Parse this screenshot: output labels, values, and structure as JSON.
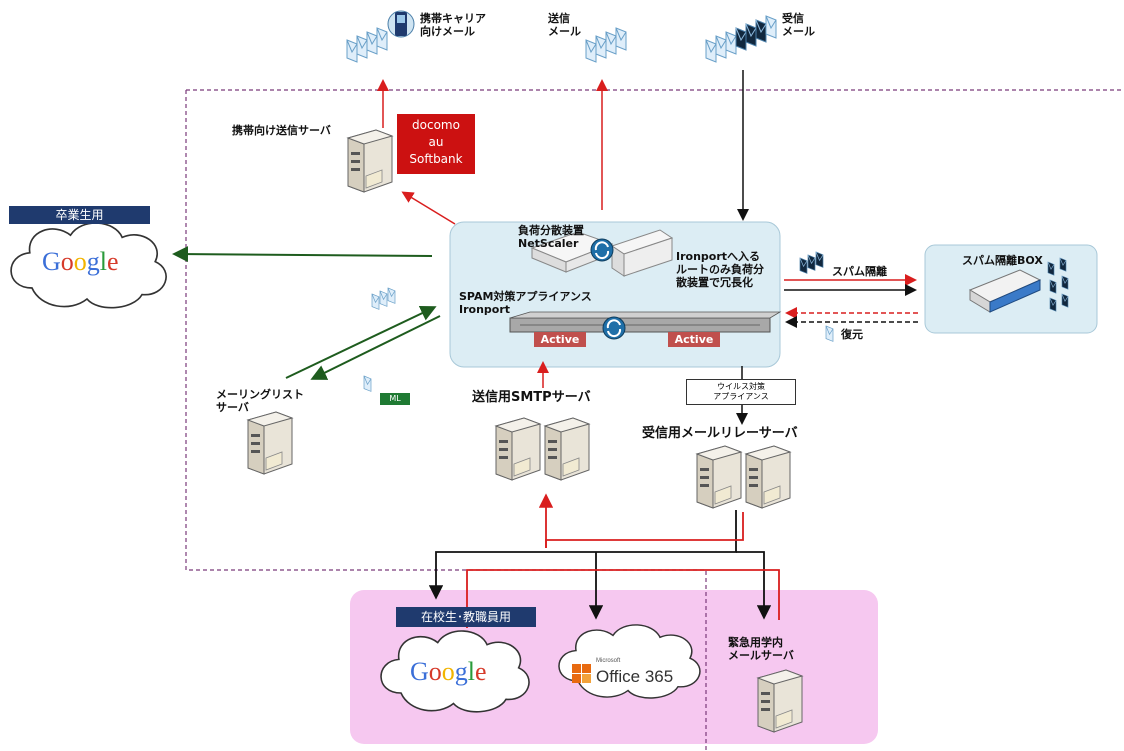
{
  "labels": {
    "mobile_carrier_mail": "携帯キャリア\n向けメール",
    "outgoing_mail": "送信\nメール",
    "incoming_mail": "受信\nメール",
    "mobile_send_server": "携帯向け送信サーバ",
    "carriers": [
      "docomo",
      "au",
      "Softbank"
    ],
    "graduates": "卒業生用",
    "load_balancer": "負荷分散装置\nNetScaler",
    "ironport_note": "Ironportへ入る\nルートのみ負荷分\n散装置で冗長化",
    "spam_appliance": "SPAM対策アプライアンス\nIronport",
    "active_left": "Active",
    "active_right": "Active",
    "spam_isolation": "スパム隔離",
    "spam_box": "スパム隔離BOX",
    "restore": "復元",
    "mailing_list_server": "メーリングリスト\nサーバ",
    "ml": "ML",
    "smtp_server": "送信用SMTPサーバ",
    "antivirus": "ウイルス対策\nアプライアンス",
    "relay_server": "受信用メールリレーサーバ",
    "current_students": "在校生･教職員用",
    "emergency_server": "緊急用学内\nメールサーバ",
    "google": "Google",
    "microsoft": "Microsoft",
    "office365": "Office 365"
  },
  "colors": {
    "red": "#d91e1e",
    "green": "#1e5c1e",
    "black": "#111111",
    "purple_dash": "#7a3a7a",
    "navy": "#1f3a6e",
    "ironport_bg": "#dcedf4",
    "campus_bg": "#f6c8f0"
  },
  "icons": [
    "envelope-stack-icon",
    "mobile-phone-icon",
    "server-icon",
    "cloud-icon",
    "sync-icon",
    "spam-box-device-icon"
  ]
}
